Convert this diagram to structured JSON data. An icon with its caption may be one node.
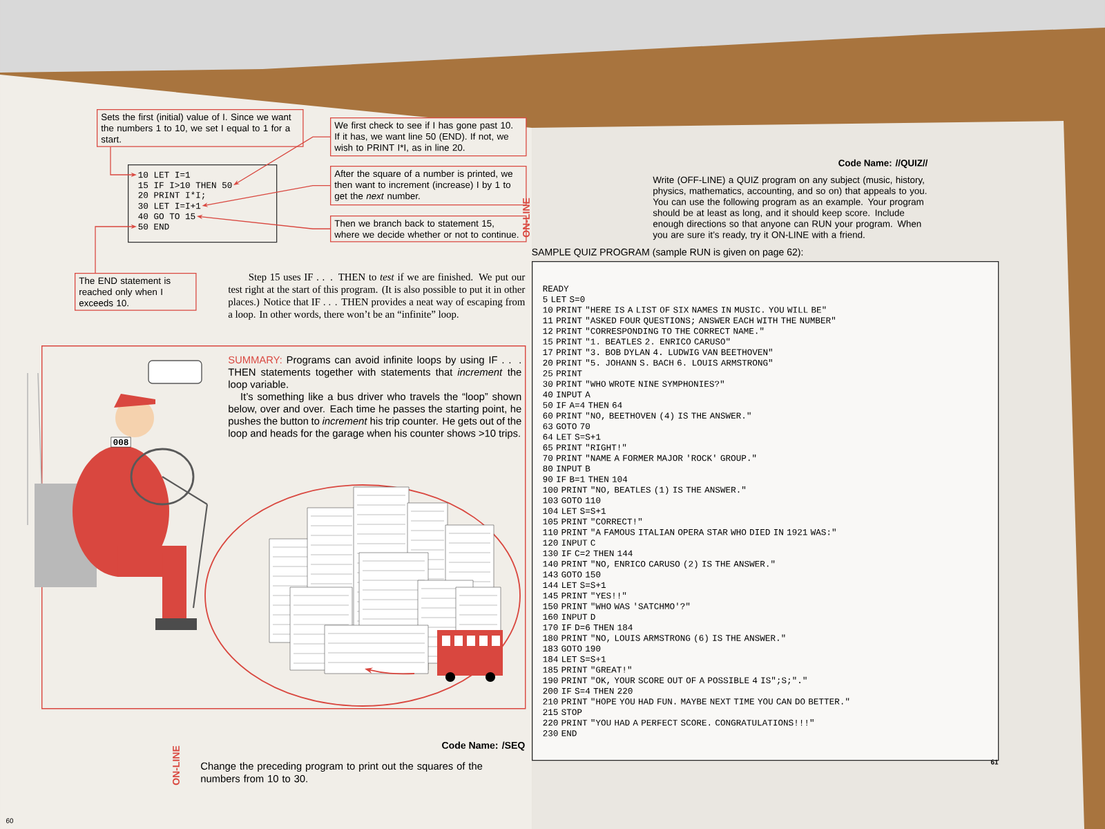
{
  "diagram": {
    "nodes": [
      {
        "text": [
          "Sets the first (initial) value of I. Since we want the numbers 1 to 10, we set I equal to 1 for a start."
        ]
      },
      {
        "text": [
          "We first check to see if I has gone past 10. If it has, we want line 50 (END). If not, we wish to PRINT I*I, as in line 20."
        ]
      },
      {
        "text": [
          "After the square of a number is printed, we then want to increment (increase) I by 1 to get the *next* number."
        ]
      },
      {
        "text": [
          "Then we branch back to statement 15, where we decide whether or not to continue."
        ]
      },
      {
        "text": [],
        "shape": "box"
      },
      {
        "text": [
          "10 LET I=1"
        ],
        "in": 4
      },
      {
        "text": [
          "15 IF I>10 THEN 50"
        ],
        "in": 4
      },
      {
        "text": [
          "20 PRINT I*I;"
        ],
        "in": 4
      },
      {
        "text": [
          "30 LET I=I+1"
        ],
        "in": 4
      },
      {
        "text": [
          "40 GO TO 15"
        ],
        "in": 4
      },
      {
        "text": [
          "50 END"
        ],
        "in": 4
      },
      {
        "text": [
          "The END statement is reached only when I exceeds 10."
        ]
      },
      {
        "text": [
          "SUMMARY:",
          "Programs can avoid infinite loops by using IF . . . THEN statements together with statements that *increment* the loop variable.",
          "It’s something like a bus driver who travels the “loop” shown below, over and over. Each time he passes the starting point, he pushes the button to *increment* his trip counter. He gets out of the loop and heads for the garage when his counter shows >10 trips."
        ]
      },
      {
        "text": [
          "READY",
          "5 LET S=0",
          "10 PRINT \"HERE IS A LIST OF SIX NAMES IN MUSIC. YOU WILL BE\"",
          "11 PRINT \"ASKED FOUR QUESTIONS; ANSWER EACH WITH THE NUMBER\"",
          "12 PRINT \"CORRESPONDING TO THE CORRECT NAME.\"",
          "15 PRINT \"1. BEATLES 2. ENRICO CARUSO\"",
          "17 PRINT \"3. BOB DYLAN 4. LUDWIG VAN BEETHOVEN\"",
          "20 PRINT \"5. JOHANN S. BACH 6. LOUIS ARMSTRONG\"",
          "25 PRINT",
          "30 PRINT \"WHO WROTE NINE SYMPHONIES?\"",
          "40 INPUT A",
          "50 IF A=4 THEN 64",
          "60 PRINT \"NO, BEETHOVEN (4) IS THE ANSWER.\"",
          "63 GOTO 70",
          "64 LET S=S+1",
          "65 PRINT \"RIGHT!\"",
          "70 PRINT \"NAME A FORMER MAJOR 'ROCK' GROUP.\"",
          "80 INPUT B",
          "90 IF B=1 THEN 104",
          "100 PRINT \"NO, BEATLES (1) IS THE ANSWER.\"",
          "103 GOTO 110",
          "104 LET S=S+1",
          "105 PRINT \"CORRECT!\"",
          "110 PRINT \"A FAMOUS ITALIAN OPERA STAR WHO DIED IN 1921 WAS:\"",
          "120 INPUT C",
          "130 IF C=2 THEN 144",
          "140 PRINT \"NO, ENRICO CARUSO (2) IS THE ANSWER.\"",
          "143 GOTO 150",
          "144 LET S=S+1",
          "145 PRINT \"YES!!\"",
          "150 PRINT \"WHO WAS 'SATCHMO'?\"",
          "160 INPUT D",
          "170 IF D=6 THEN 184",
          "180 PRINT \"NO, LOUIS ARMSTRONG (6) IS THE ANSWER.\"",
          "183 GOTO 190",
          "184 LET S=S+1",
          "185 PRINT \"GREAT!\"",
          "190 PRINT \"OK, YOUR SCORE OUT OF A POSSIBLE 4 IS\";S;\".\"",
          "200 IF S=4 THEN 220",
          "210 PRINT \"HOPE YOU HAD FUN. MAYBE NEXT TIME YOU CAN DO BETTER.\"",
          "215 STOP",
          "220 PRINT \"YOU HAD A PERFECT SCORE. CONGRATULATIONS!!!\"",
          "230 END"
        ]
      }
    ],
    "edges": [
      {
        "from": 0,
        "to": 5,
        "arrow": "to"
      },
      {
        "from": 1,
        "to": 6,
        "arrow": "to"
      },
      {
        "from": 2,
        "to": 8,
        "arrow": "to"
      },
      {
        "from": 3,
        "to": 9,
        "arrow": "to"
      },
      {
        "from": 11,
        "to": 10,
        "arrow": "to"
      }
    ],
    "labels": [
      "Step 15 uses IF . . . THEN to *test* if we are finished. We put our test right at the start of this program. (It is also possible to put it in other places.) Notice that IF . . . THEN provides a neat way of escaping from a loop. In other words, there won’t be an “infinite” loop.",
      "008",
      "ON-LINE",
      "Code Name: /SEQ",
      "Change the preceding program to print out the squares of the numbers from 10 to 30.",
      "60",
      "ON-LINE",
      "Code Name: //QUIZ//",
      "Write (OFF-LINE) a QUIZ program on any subject (music, history, physics, mathematics, accounting, and so on) that appeals to you. You can use the following program as an example. Your program should be at least as long, and it should keep score. Include enough directions so that anyone can RUN your program. When you are sure it’s ready, try it ON-LINE with a friend.",
      "SAMPLE QUIZ PROGRAM (sample RUN is given on page 62):",
      "61"
    ]
  }
}
